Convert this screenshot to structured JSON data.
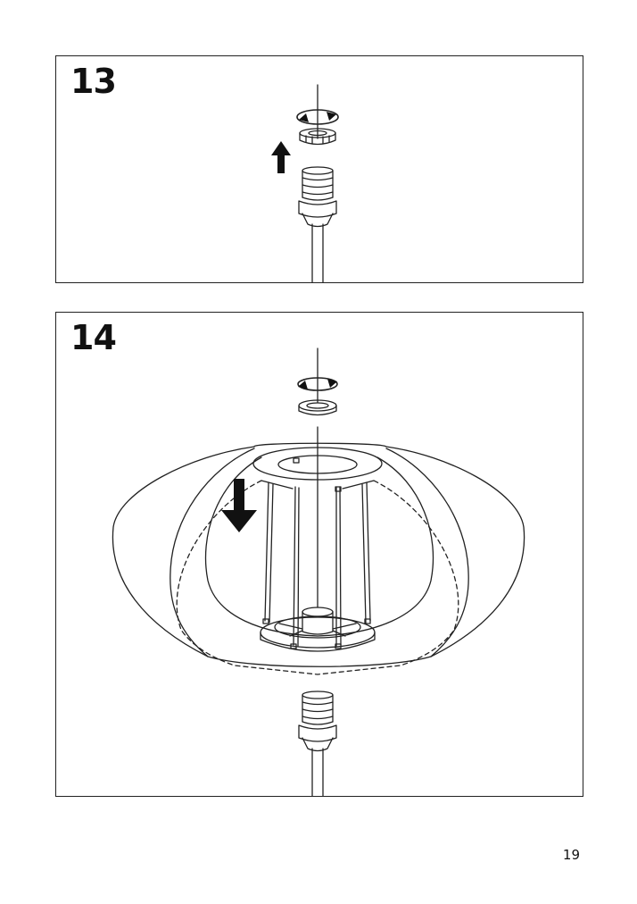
{
  "steps": [
    {
      "number": "13"
    },
    {
      "number": "14"
    }
  ],
  "page": {
    "number": "19"
  },
  "icons": {
    "up_arrow": "up-arrow-icon",
    "down_arrow": "down-arrow-icon",
    "rotate": "rotate-icon"
  },
  "colors": {
    "line": "#222222",
    "arrow": "#111111",
    "background": "#ffffff"
  }
}
